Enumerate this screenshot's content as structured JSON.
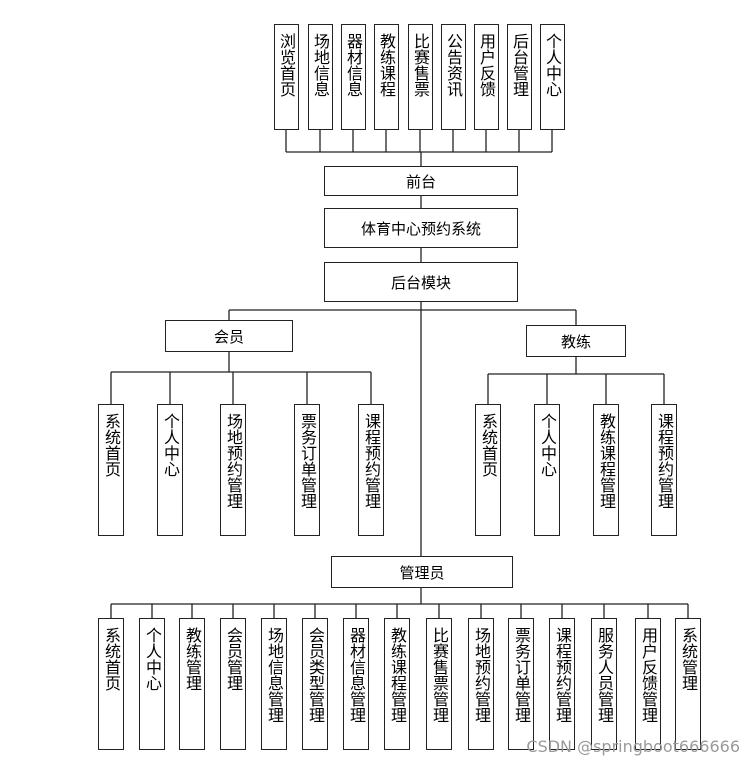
{
  "front_modules": [
    "浏览首页",
    "场地信息",
    "器材信息",
    "教练课程",
    "比赛售票",
    "公告资讯",
    "用户反馈",
    "后台管理",
    "个人中心"
  ],
  "front_label": "前台",
  "system_label": "体育中心预约系统",
  "backend_label": "后台模块",
  "member": {
    "label": "会员",
    "items": [
      "系统首页",
      "个人中心",
      "场地预约管理",
      "票务订单管理",
      "课程预约管理"
    ]
  },
  "coach": {
    "label": "教练",
    "items": [
      "系统首页",
      "个人中心",
      "教练课程管理",
      "课程预约管理"
    ]
  },
  "admin": {
    "label": "管理员",
    "items": [
      "系统首页",
      "个人中心",
      "教练管理",
      "会员管理",
      "场地信息管理",
      "会员类型管理",
      "器材信息管理",
      "教练课程管理",
      "比赛售票管理",
      "场地预约管理",
      "票务订单管理",
      "课程预约管理",
      "服务人员管理",
      "用户反馈管理",
      "系统管理"
    ]
  },
  "watermark": "CSDN @springboot666666"
}
